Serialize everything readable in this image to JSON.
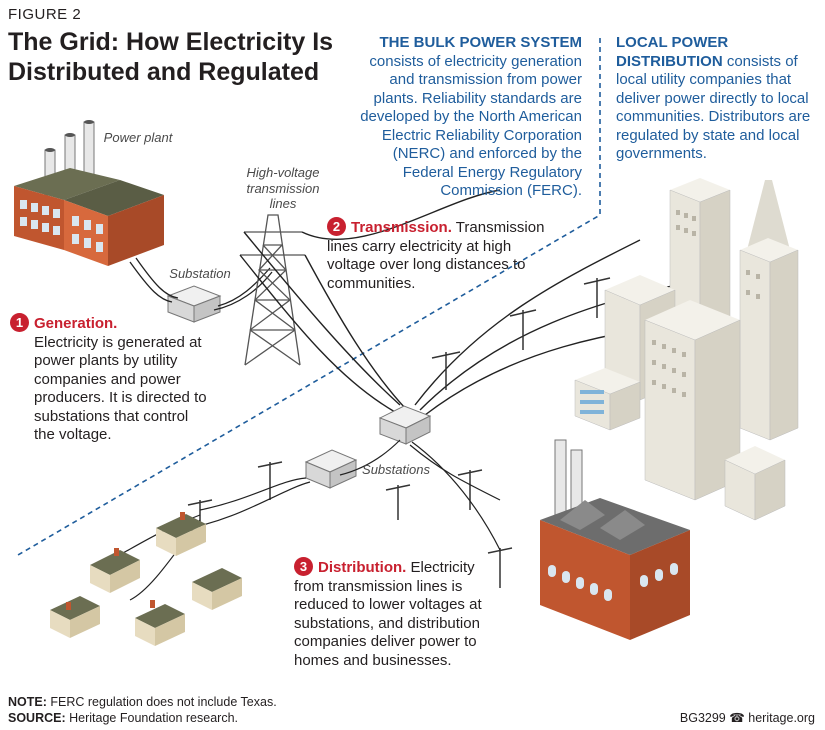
{
  "figure_label": "FIGURE 2",
  "title": "The Grid: How Electricity Is Distributed and Regulated",
  "bulk_power": {
    "heading": "THE BULK POWER SYSTEM",
    "body": "consists of electricity generation and transmission from power plants. Reliability standards are developed by the North American Electric Reliability Corporation (NERC) and enforced by the Federal Energy Regulatory Commission (FERC)."
  },
  "local_power": {
    "heading": "LOCAL POWER DISTRIBUTION",
    "body": "consists of local utility companies that deliver power directly to local communities. Distributors are regulated by state and local governments."
  },
  "steps": [
    {
      "number": "1",
      "heading": "Generation.",
      "body": "Electricity is generated at power plants by utility companies and power producers. It is directed to substations that control the voltage."
    },
    {
      "number": "2",
      "heading": "Transmission.",
      "body": "Transmission lines carry electricity at high voltage over long distances to communities."
    },
    {
      "number": "3",
      "heading": "Distribution.",
      "body": "Electricity from transmission lines is reduced to lower voltages at substations, and distribution companies deliver power to homes and businesses."
    }
  ],
  "labels": {
    "power_plant": "Power plant",
    "substation": "Substation",
    "hv_lines": "High-voltage transmission lines",
    "substations": "Substations"
  },
  "footer": {
    "note_label": "NOTE:",
    "note_text": "FERC regulation does not include Texas.",
    "source_label": "SOURCE:",
    "source_text": "Heritage Foundation research.",
    "credit": "BG3299 ☎ heritage.org"
  },
  "colors": {
    "accent_red": "#c8202f",
    "accent_blue": "#1f5d9c",
    "brick": "#c0562f",
    "roof": "#5a5d45"
  }
}
